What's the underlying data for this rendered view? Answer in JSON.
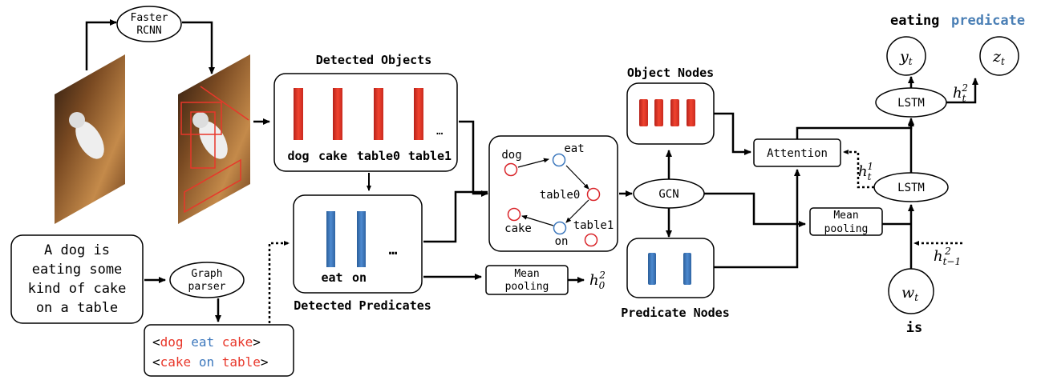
{
  "colors": {
    "object_red": "#e8372a",
    "predicate_blue": "#3d78bd",
    "header_blue": "#4a7fb5",
    "graph_node_red": "#d9262b",
    "graph_node_blue": "#3d78bd"
  },
  "faster_rcnn": {
    "line1": "Faster",
    "line2": "RCNN"
  },
  "detected_objects": {
    "title": "Detected Objects",
    "labels": [
      "dog",
      "cake",
      "table0",
      "table1"
    ],
    "ellipsis": "…"
  },
  "detected_predicates": {
    "title": "Detected Predicates",
    "labels": [
      "eat",
      "on"
    ],
    "ellipsis": "…"
  },
  "caption": {
    "lines": [
      "A dog is",
      "eating some",
      "kind of cake",
      "on a table"
    ]
  },
  "graph_parser": {
    "line1": "Graph",
    "line2": "parser"
  },
  "triples": [
    {
      "open": "<",
      "subject": "dog",
      "predicate": "eat",
      "object": "cake",
      "close": ">"
    },
    {
      "open": "<",
      "subject": "cake",
      "predicate": "on",
      "object": "table",
      "close": ">"
    }
  ],
  "scene_graph": {
    "node_labels": [
      "dog",
      "eat",
      "table0",
      "cake",
      "table1",
      "on"
    ]
  },
  "mean_pooling_left": {
    "line1": "Mean",
    "line2": "pooling",
    "output": "h",
    "output_sub": "0",
    "output_sup": "2"
  },
  "gcn": {
    "label": "GCN"
  },
  "object_nodes": {
    "title": "Object Nodes"
  },
  "predicate_nodes": {
    "title": "Predicate Nodes"
  },
  "attention": {
    "label": "Attention"
  },
  "mean_pooling_right": {
    "line1": "Mean",
    "line2": "pooling"
  },
  "lstm_top": {
    "label": "LSTM"
  },
  "lstm_bottom": {
    "label": "LSTM"
  },
  "outputs": {
    "y": "y",
    "y_sub": "t",
    "z": "z",
    "z_sub": "t",
    "eating": "eating",
    "predicate": "predicate"
  },
  "hidden": {
    "h": "h",
    "h1_sub": "t",
    "h1_sup": "1",
    "h2_sub": "t",
    "h2_sup": "2",
    "hprev_sub": "t−1",
    "hprev_sup": "2"
  },
  "input": {
    "w": "w",
    "w_sub": "t",
    "word": "is"
  }
}
